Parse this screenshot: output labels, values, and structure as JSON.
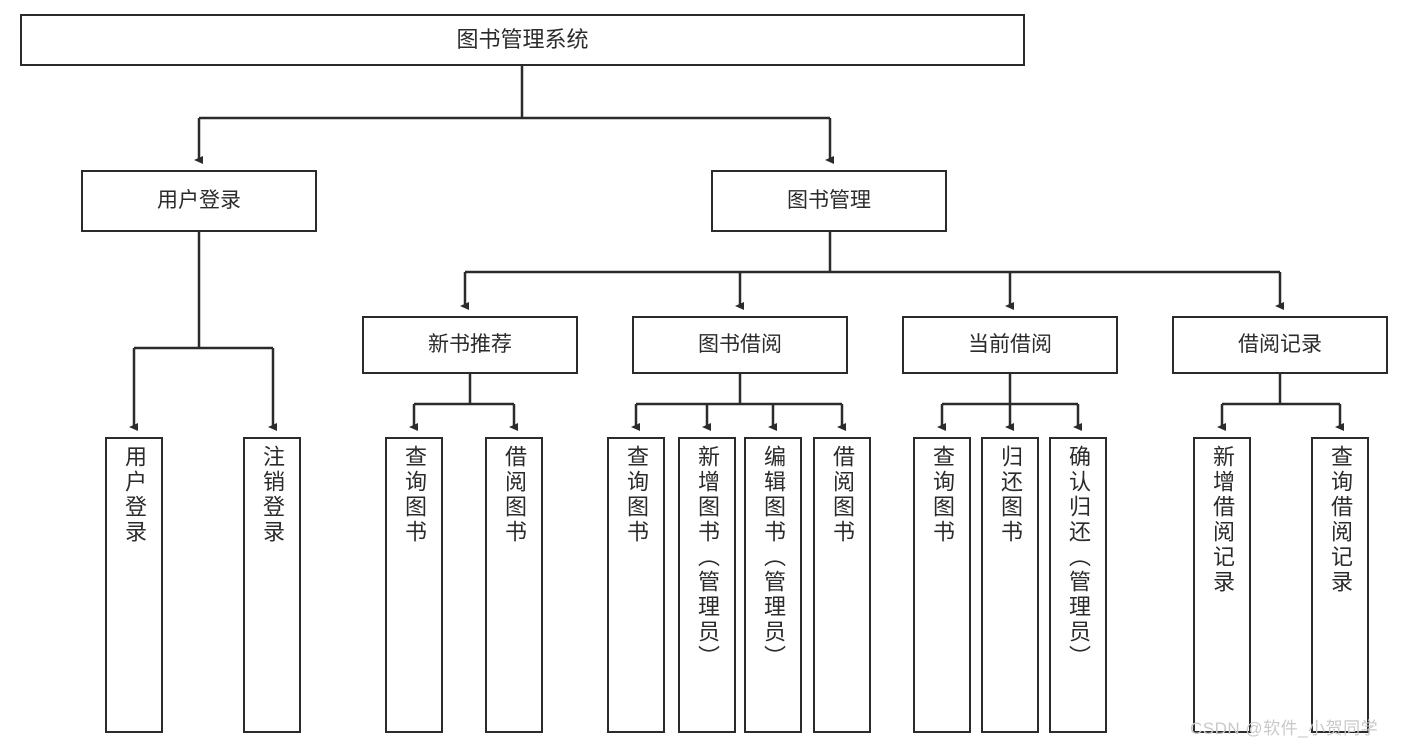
{
  "diagram": {
    "title": "图书管理系统",
    "type": "tree-hierarchy",
    "nodes": {
      "root": {
        "label": "图书管理系统"
      },
      "user_login": {
        "label": "用户登录"
      },
      "book_manage": {
        "label": "图书管理"
      },
      "new_book_rec": {
        "label": "新书推荐"
      },
      "book_borrow": {
        "label": "图书借阅"
      },
      "current_borrow": {
        "label": "当前借阅"
      },
      "borrow_record": {
        "label": "借阅记录"
      },
      "leaf_user_login": {
        "label": "用户登录"
      },
      "leaf_logout": {
        "label": "注销登录"
      },
      "leaf_query_book_1": {
        "label": "查询图书"
      },
      "leaf_borrow_book_1": {
        "label": "借阅图书"
      },
      "leaf_query_book_2": {
        "label": "查询图书"
      },
      "leaf_add_book": {
        "label": "新增图书（管理员）"
      },
      "leaf_edit_book": {
        "label": "编辑图书（管理员）"
      },
      "leaf_borrow_book_2": {
        "label": "借阅图书"
      },
      "leaf_query_book_3": {
        "label": "查询图书"
      },
      "leaf_return_book": {
        "label": "归还图书"
      },
      "leaf_confirm_return": {
        "label": "确认归还（管理员）"
      },
      "leaf_add_record": {
        "label": "新增借阅记录"
      },
      "leaf_query_record": {
        "label": "查询借阅记录"
      }
    },
    "colors": {
      "stroke": "#2b2b2b",
      "fill": "#ffffff",
      "text": "#2b2b2b",
      "watermark": "#c9c9c9"
    }
  },
  "watermark": {
    "text": "CSDN @软件_小贺同学"
  }
}
